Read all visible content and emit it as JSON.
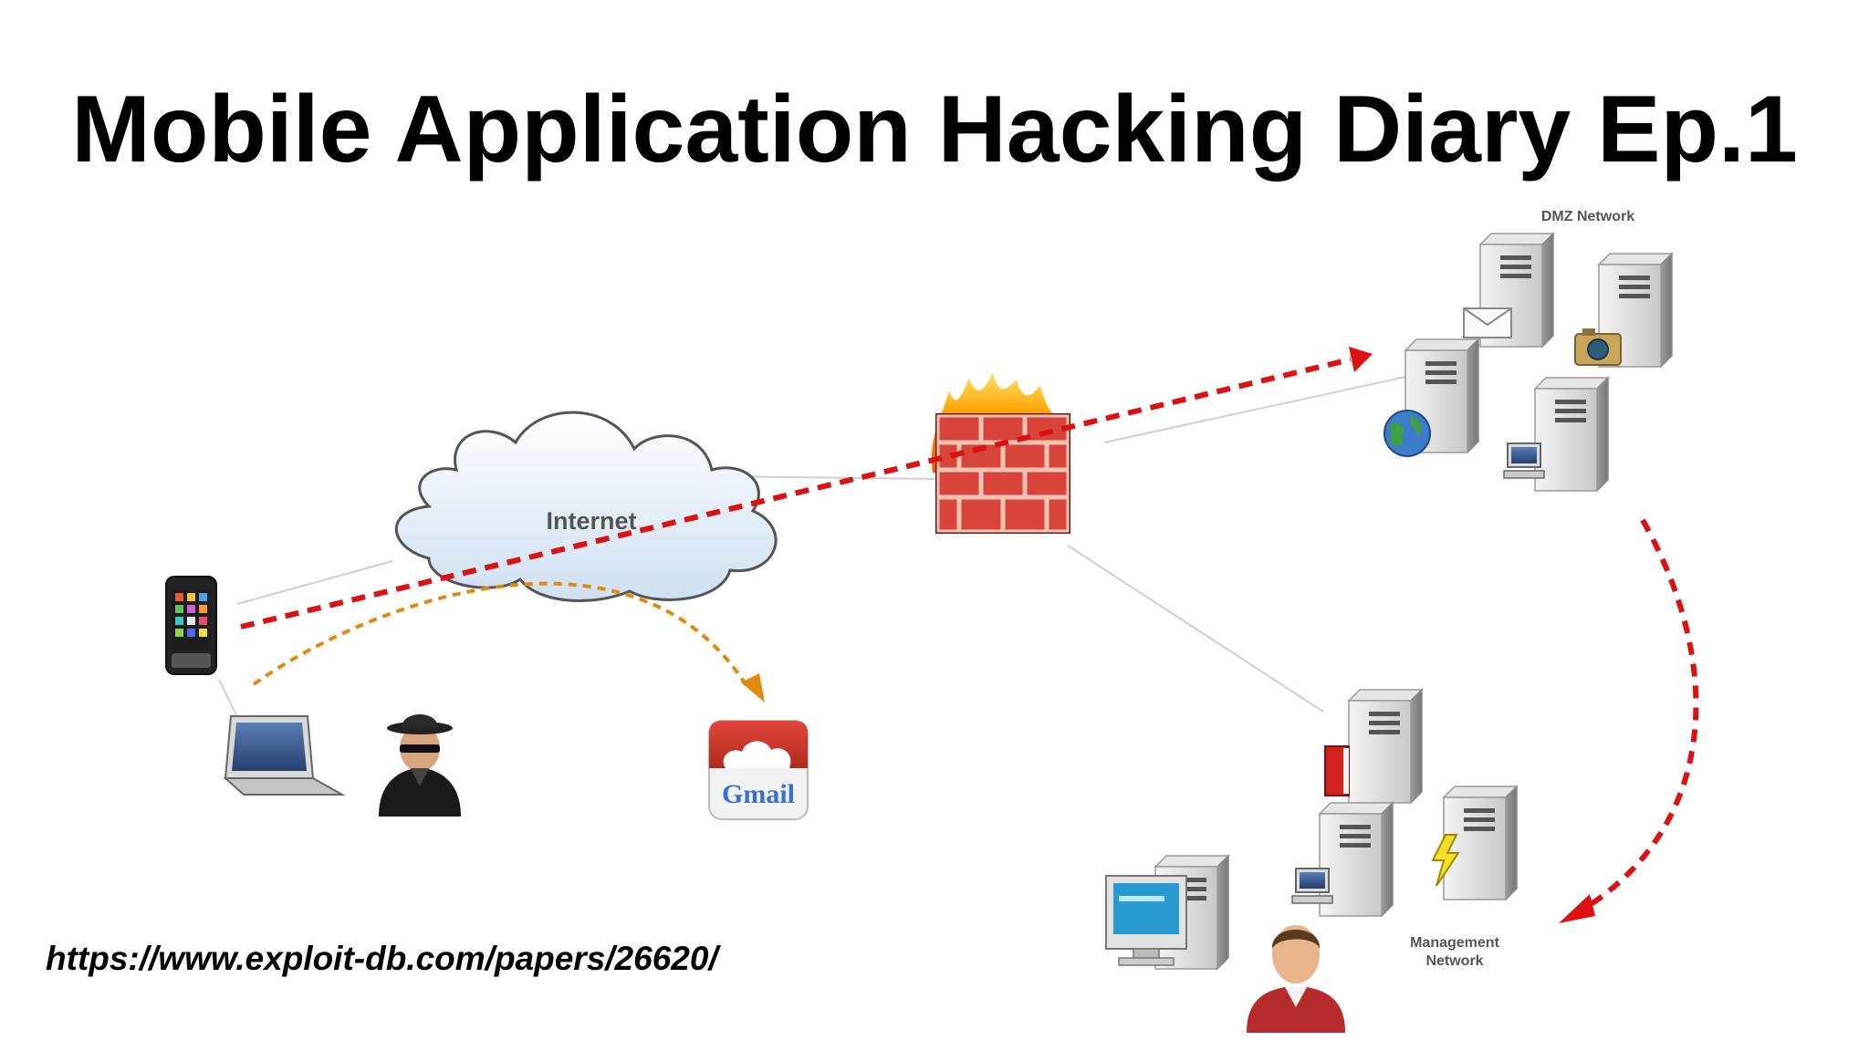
{
  "slide": {
    "title": "Mobile Application Hacking Diary Ep.1",
    "url": "https://www.exploit-db.com/papers/26620/"
  },
  "diagram": {
    "cloud_label": "Internet",
    "gmail_label": "Gmail",
    "dmz_label": "DMZ Network",
    "mgmt_label_line1": "Management",
    "mgmt_label_line2": "Network"
  },
  "colors": {
    "attack_arrow": "#dd1111",
    "interception_arrow": "#e08a10",
    "link_line": "#cfcfcf"
  }
}
